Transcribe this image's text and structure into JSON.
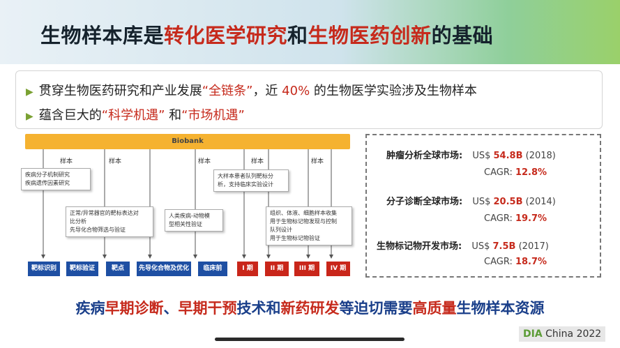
{
  "title": {
    "part1": "生物样本库是",
    "part2": "转化医学研究",
    "part3": "和",
    "part4": "生物医药创新",
    "part5": "的基础"
  },
  "bullets": {
    "b1": {
      "a": "贯穿生物医药研究和产业发展",
      "b": "“全链条”",
      "c": "，近 ",
      "d": "40%",
      "e": " 的生物医学实验涉及生物样本"
    },
    "b2": {
      "a": "蕴含巨大的",
      "b": "“科学机遇”",
      "c": " 和",
      "d": "“市场机遇”"
    }
  },
  "diagram": {
    "biobank": "Biobank",
    "sample_label": "样本",
    "boxes": {
      "box1": [
        "疾病分子机制研究",
        "疾病遗传因素研究"
      ],
      "box2": [
        "正常/异常器官的靶标表达对",
        "比分析",
        "先导化合物筛选与验证"
      ],
      "box3": [
        "人类疾病-动物模",
        "型相关性验证"
      ],
      "box4": [
        "大样本患者队列靶标分",
        "析，支持临床实验设计"
      ],
      "box5": [
        "组织、体液、细胞样本收集",
        "用于生物标记物发现与控制",
        "队列设计",
        "用于生物标记物验证"
      ]
    },
    "stages": [
      "靶标识别",
      "靶标验证",
      "靶点",
      "先导化合物及优化",
      "临床前",
      "I 期",
      "II 期",
      "III 期",
      "IV 期"
    ]
  },
  "market": {
    "r1": {
      "label": "肿瘤分析全球市场:",
      "prefix": "US$ ",
      "value": "54.8B",
      "year": " (2018)"
    },
    "r2": {
      "label": "CAGR: ",
      "value": "12.8%"
    },
    "r3": {
      "label": "分子诊断全球市场:",
      "prefix": "US$ ",
      "value": "20.5B",
      "year": " (2014)"
    },
    "r4": {
      "label": "CAGR: ",
      "value": "19.7%"
    },
    "r5": {
      "label": "生物标记物开发市场:",
      "prefix": "US$  ",
      "value": "7.5B",
      "year": " (2017)"
    },
    "r6": {
      "label": "CAGR: ",
      "value": "18.7%"
    }
  },
  "bottom": {
    "a": "疾病",
    "b": "早期诊断",
    "c": "、",
    "d": "早期干预",
    "e": "技术和",
    "f": "新药研发",
    "g": "等迫切需要",
    "h": "高质量",
    "i": "生物样本资源"
  },
  "footer": {
    "dia": "DIA",
    "china": " China 2022"
  },
  "colors": {
    "red": "#c62a1c",
    "blue": "#1e4fa3",
    "orange": "#f5b230",
    "navy": "#1a3f8a"
  }
}
